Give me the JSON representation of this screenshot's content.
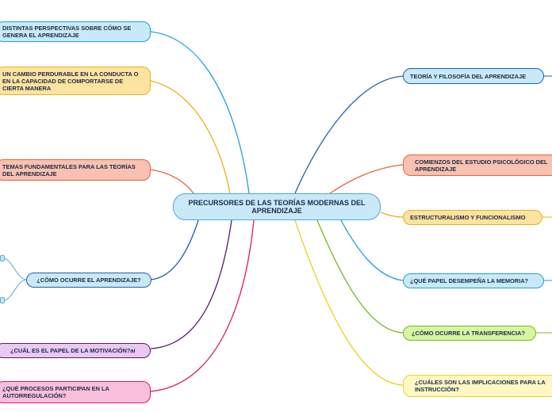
{
  "center": {
    "label": "PRECURSORES DE LAS TEORÍAS MODERNAS DEL APRENDIZAJE"
  },
  "left_topics": [
    {
      "label": "DISTINTAS PERSPECTIVAS SOBRE CÓMO SE GENERA EL APRENDIZAJE",
      "fill": "#c9e9f8",
      "stroke": "#1aa0dc"
    },
    {
      "label": "UN CAMBIO PERDURABLE EN LA CONDUCTA O EN LA CAPACIDAD DE COMPORTARSE DE CIERTA MANERA",
      "fill": "#fde3a0",
      "stroke": "#e8b21e"
    },
    {
      "label": "TEMAS FUNDAMENTALES PARA LAS TEORÍAS DEL APRENDIZAJE",
      "fill": "#f8c1b1",
      "stroke": "#e3633a"
    },
    {
      "label": "¿CÓMO OCURRE EL APRENDIZAJE?",
      "fill": "#c9e9f8",
      "stroke": "#1e5fb0"
    },
    {
      "label": "¿CUÁL ES EL PAPEL DE LA MOTIVACIÓN?ai",
      "fill": "#e9c8f2",
      "stroke": "#5a1a6a"
    },
    {
      "label": "¿QUÉ PROCESOS PARTICIPAN EN LA AUTORREGULACIÓN?",
      "fill": "#f9bfdc",
      "stroke": "#e0176a"
    }
  ],
  "right_topics": [
    {
      "label": "TEORÍA Y FILOSOFÍA DEL APRENDIZAJE",
      "fill": "#c9e9f8",
      "stroke": "#1e5fb0"
    },
    {
      "label": "COMIENZOS DEL ESTUDIO PSICOLÓGICO DEL APRENDIZAJE",
      "fill": "#f8c1b1",
      "stroke": "#e3633a"
    },
    {
      "label": "ESTRUCTURALISMO Y FUNCIONALISMO",
      "fill": "#fde3a0",
      "stroke": "#e8b21e"
    },
    {
      "label": "¿QUÉ PAPEL DESEMPEÑA LA MEMORIA?",
      "fill": "#c9e9f8",
      "stroke": "#1aa0dc"
    },
    {
      "label": "¿CÓMO OCURRE LA TRANSFERENCIA?",
      "fill": "#d8f5a4",
      "stroke": "#78b81e"
    },
    {
      "label": "¿CUÁLES SON LAS IMPLICACIONES PARA LA INSTRUCCIÓN?",
      "fill": "#fff7c4",
      "stroke": "#e8d21e"
    }
  ]
}
